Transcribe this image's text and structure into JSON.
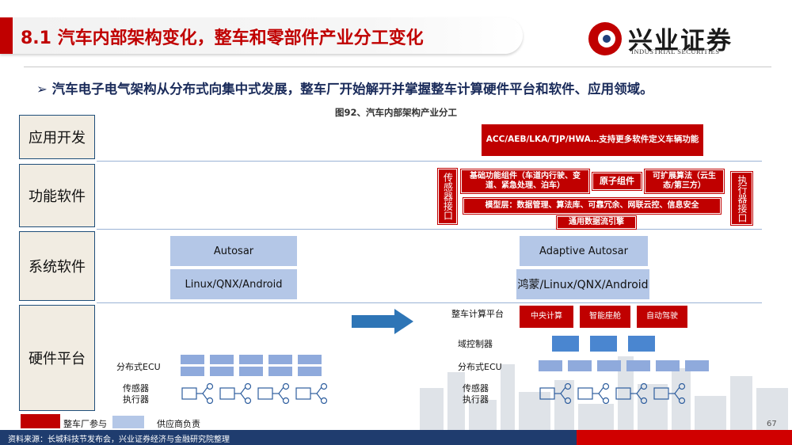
{
  "header": {
    "title": "8.1 汽车内部架构变化，整车和零部件产业分工变化",
    "logo_cn": "兴业证券",
    "logo_en": "INDUSTRIAL SECURITIES"
  },
  "bullet": "➢ 汽车电子电气架构从分布式向集中式发展，整车厂开始解开并掌握整车计算硬件平台和软件、应用领域。",
  "figure_caption": "图92、汽车内部架构产业分工",
  "layers": {
    "app": "应用开发",
    "function": "功能软件",
    "system": "系统软件",
    "hardware": "硬件平台"
  },
  "app_box": "ACC/AEB/LKA/TJP/HWA…支持更多软件定义车辆功能",
  "function_boxes": {
    "sensor_interface": "传感器接口",
    "actuator_interface": "执行器接口",
    "basic": "基础功能组件（车道内行驶、变道、紧急处理、泊车）",
    "atomic": "原子组件",
    "algorithm": "可扩展算法（云生态/第三方）",
    "model": "模型层：数据管理、算法库、可靠冗余、网联云控、信息安全",
    "data_flow": "通用数据流引擎"
  },
  "system_boxes": {
    "left_autosar": "Autosar",
    "left_os": "Linux/QNX/Android",
    "right_autosar": "Adaptive Autosar",
    "right_os": "鸿蒙/Linux/QNX/Android"
  },
  "hardware": {
    "platform_label": "整车计算平台",
    "central": "中央计算",
    "cockpit": "智能座舱",
    "autonomous": "自动驾驶",
    "domain_label": "域控制器",
    "ecu_left": "分布式ECU",
    "ecu_right": "分布式ECU",
    "sensor_left": "传感器\n执行器",
    "sensor_right": "传感器\n执行器"
  },
  "legend": {
    "oem": "整车厂参与",
    "supplier": "供应商负责"
  },
  "colors": {
    "red": "#c00000",
    "light_blue": "#b4c7e7",
    "mid_blue": "#8faadc",
    "domain_blue": "#4a86d0",
    "arrow_blue": "#2e75b6"
  },
  "page_number": "67",
  "footer": "资料来源：长城科技节发布会，兴业证券经济与金融研究院整理"
}
